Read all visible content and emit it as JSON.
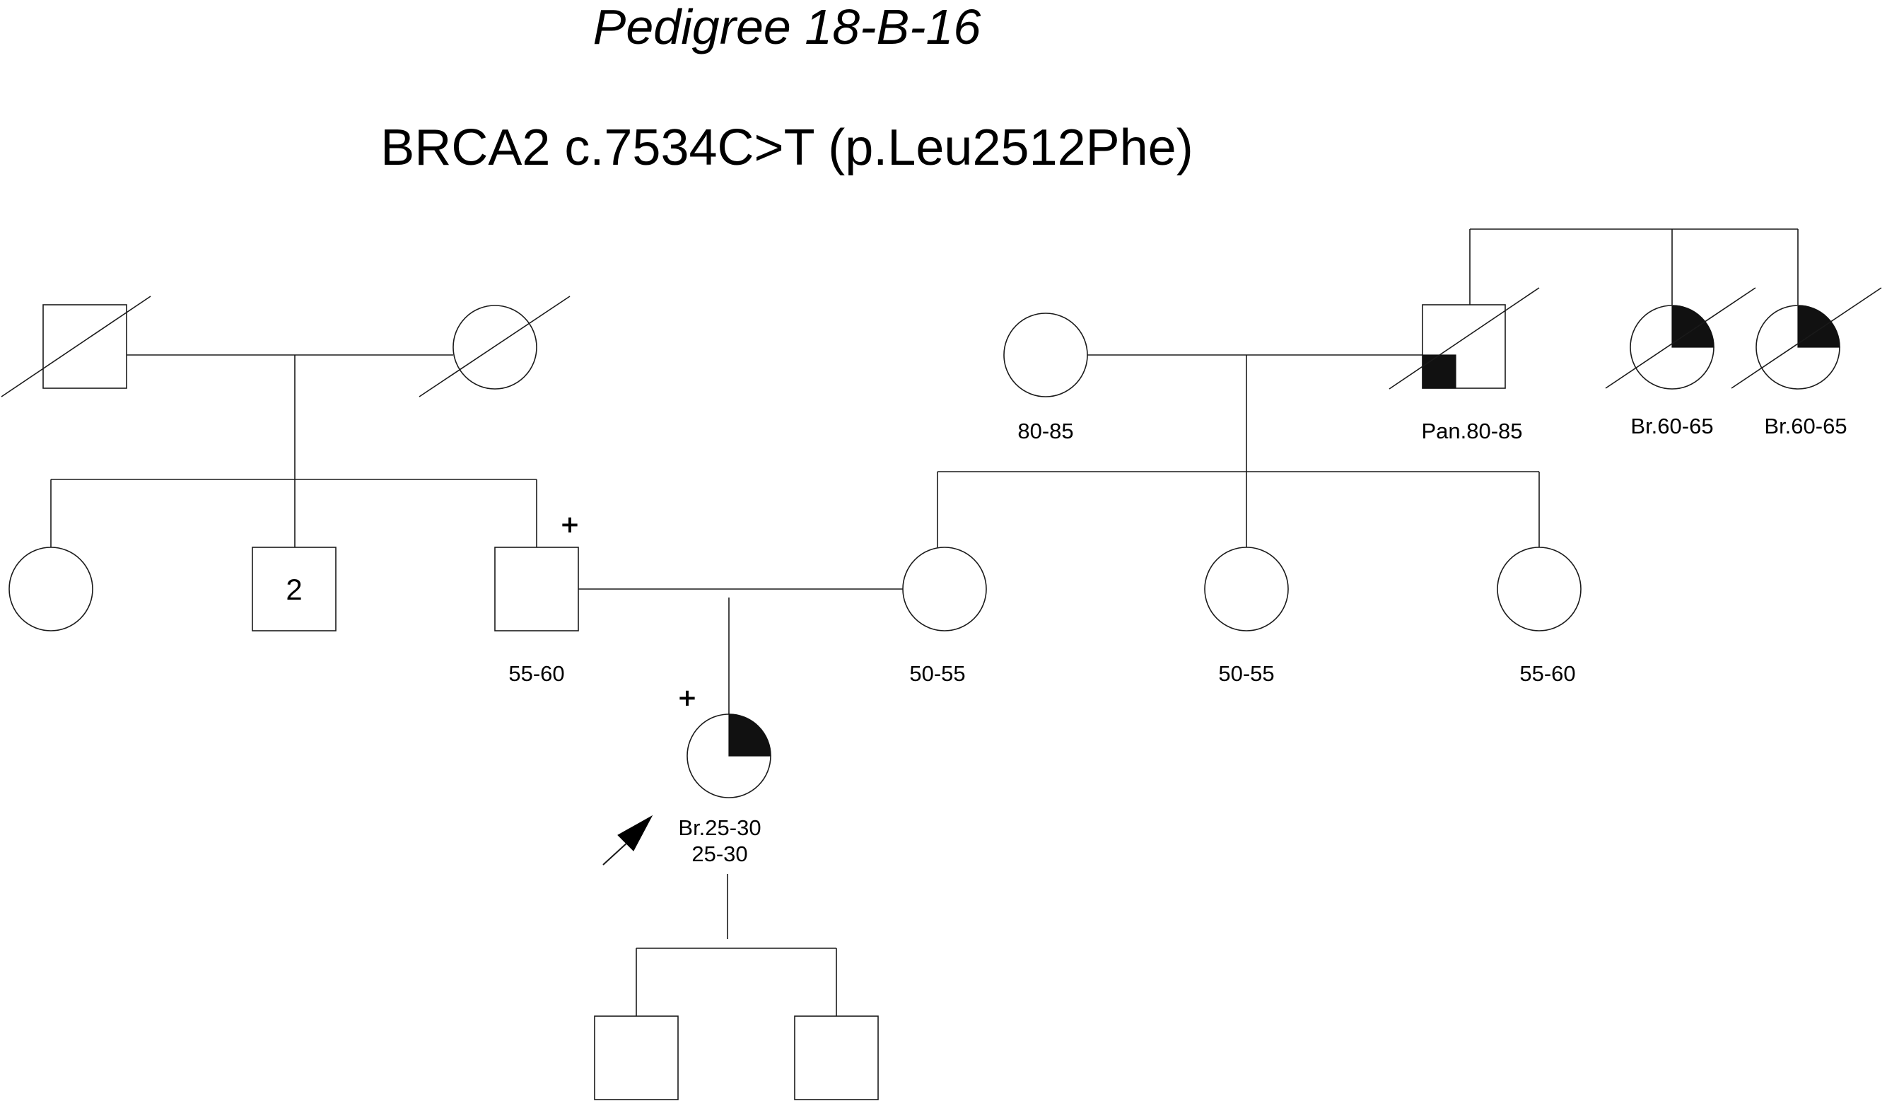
{
  "title": "Pedigree 18-B-16",
  "variant": "BRCA2 c.7534C>T (p.Leu2512Phe)",
  "colors": {
    "line": "#1a1a1a",
    "affected_fill": "#111111",
    "background": "#ffffff"
  },
  "individuals": {
    "gen1_grandfather": {
      "sex": "male",
      "deceased": true,
      "affected": false,
      "label": ""
    },
    "gen1_grandmother": {
      "sex": "female",
      "deceased": true,
      "affected": false,
      "label": ""
    },
    "maternal_grandmother": {
      "sex": "female",
      "deceased": false,
      "affected": false,
      "label": "80-85"
    },
    "maternal_grandfather": {
      "sex": "male",
      "deceased": true,
      "affected": true,
      "cancer_quadrant": "lower-left",
      "label": "Pan.80-85"
    },
    "great_aunt_1": {
      "sex": "female",
      "deceased": true,
      "affected": true,
      "cancer_quadrant": "upper-right",
      "label": "Br.60-65"
    },
    "great_aunt_2": {
      "sex": "female",
      "deceased": true,
      "affected": true,
      "cancer_quadrant": "upper-right",
      "label": "Br.60-65"
    },
    "paternal_aunt": {
      "sex": "female",
      "affected": false,
      "label": ""
    },
    "paternal_uncles": {
      "sex": "male",
      "affected": false,
      "count": "2",
      "label": ""
    },
    "father": {
      "sex": "male",
      "affected": false,
      "carrier": "+",
      "label": "55-60"
    },
    "mother": {
      "sex": "female",
      "affected": false,
      "label": "50-55"
    },
    "maternal_aunt_1": {
      "sex": "female",
      "affected": false,
      "label": "50-55"
    },
    "maternal_aunt_2": {
      "sex": "female",
      "affected": false,
      "label": "55-60"
    },
    "proband": {
      "sex": "female",
      "affected": true,
      "carrier": "+",
      "proband": true,
      "cancer_quadrant": "upper-right",
      "label_line1": "Br.25-30",
      "label_line2": "25-30"
    },
    "son_1": {
      "sex": "male",
      "affected": false,
      "label": ""
    },
    "son_2": {
      "sex": "male",
      "affected": false,
      "label": ""
    }
  }
}
